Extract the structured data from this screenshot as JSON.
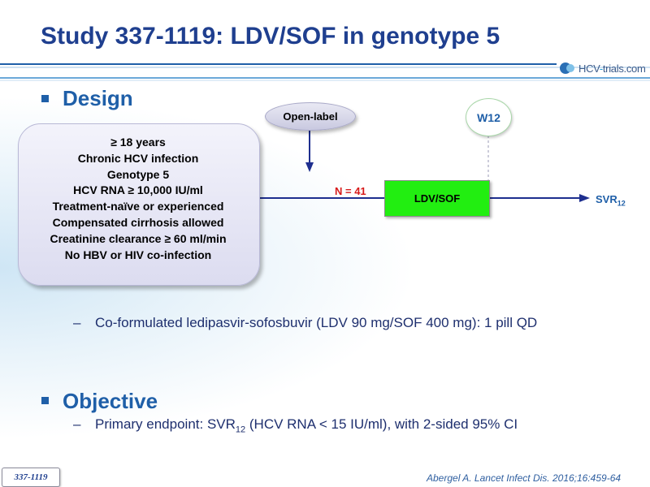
{
  "title": "Study 337-1119: LDV/SOF in genotype 5",
  "logo": {
    "text_a": "HCV",
    "text_dash": "-",
    "text_b": "trials.com"
  },
  "sections": {
    "design": "Design",
    "objective": "Objective"
  },
  "criteria": [
    "≥ 18 years",
    "Chronic HCV infection",
    "Genotype 5",
    "HCV RNA ≥ 10,000 IU/ml",
    "Treatment-naïve or experienced",
    "Compensated cirrhosis allowed",
    "Creatinine clearance ≥ 60 ml/min",
    "No HBV or HIV co-infection"
  ],
  "diagram": {
    "open_label": "Open-label",
    "week_marker": "W12",
    "n_label": "N = 41",
    "arm_label": "LDV/SOF",
    "outcome_main": "SVR",
    "outcome_sub": "12"
  },
  "design_note": {
    "dash": "–",
    "text": "Co-formulated ledipasvir-sofosbuvir (LDV 90 mg/SOF 400 mg): 1 pill QD"
  },
  "objective_note": {
    "dash": "–",
    "text_a": "Primary endpoint: SVR",
    "text_sub": "12",
    "text_b": " (HCV RNA < 15 IU/ml), with 2-sided 95% CI"
  },
  "badge": "337-1119",
  "citation": "Abergel A. Lancet Infect Dis. 2016;16:459-64",
  "colors": {
    "title": "#1f3f8f",
    "heading": "#1f5fa8",
    "arm_fill": "#22ee11",
    "n_label": "#d71a1a"
  }
}
